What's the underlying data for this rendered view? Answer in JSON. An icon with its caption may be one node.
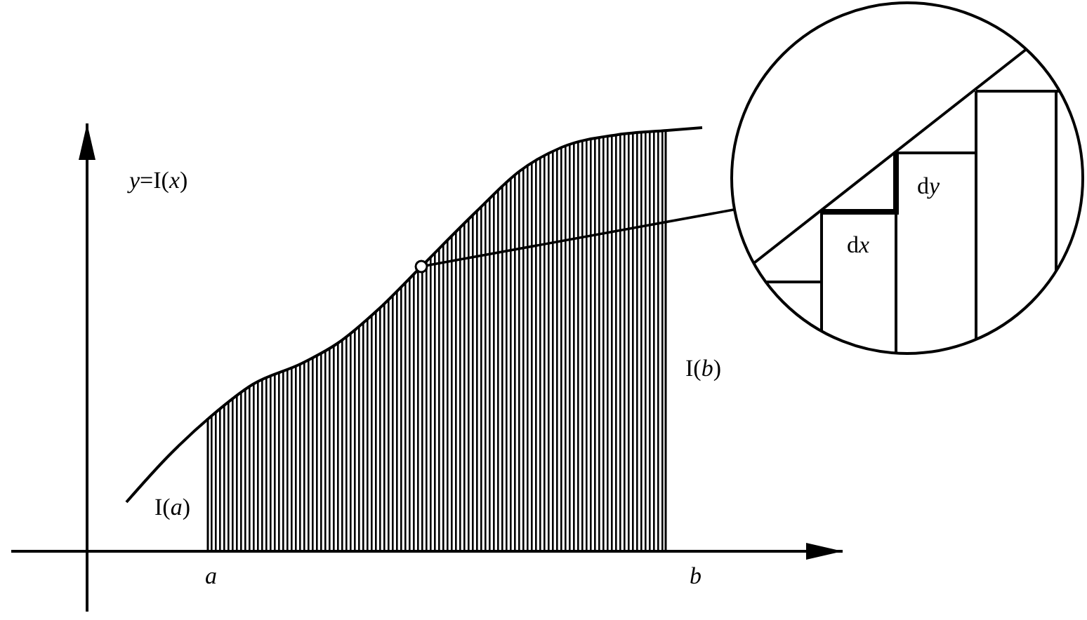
{
  "diagram": {
    "nodes": [
      {
        "text": [],
        "shape": "circle"
      },
      {
        "text": [
          "dx",
          "dy"
        ]
      }
    ],
    "edges": [
      {
        "from": 0,
        "to": 1,
        "arrow": "none"
      }
    ],
    "labels": [
      "*y*=I(*x*)",
      "I(*b*)",
      "I(*a*)",
      "a",
      "b"
    ]
  }
}
